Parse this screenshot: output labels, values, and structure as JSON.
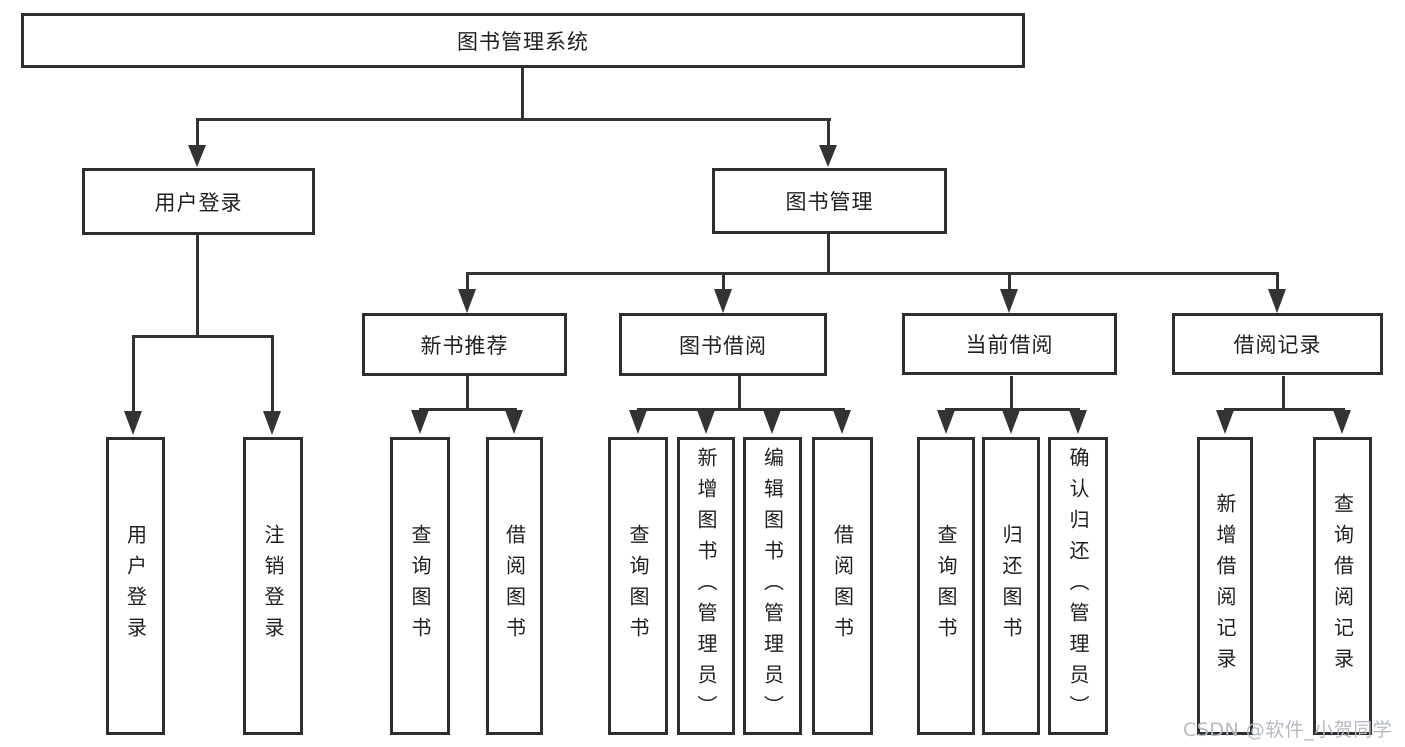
{
  "diagram": {
    "root": {
      "label": "图书管理系统"
    },
    "level2": [
      {
        "label": "用户登录",
        "children": [
          {
            "label": "用户登录"
          },
          {
            "label": "注销登录"
          }
        ]
      },
      {
        "label": "图书管理",
        "children": [
          {
            "label": "新书推荐",
            "children": [
              {
                "label": "查询图书"
              },
              {
                "label": "借阅图书"
              }
            ]
          },
          {
            "label": "图书借阅",
            "children": [
              {
                "label": "查询图书"
              },
              {
                "label": "新增图书（管理员）"
              },
              {
                "label": "编辑图书（管理员）"
              },
              {
                "label": "借阅图书"
              }
            ]
          },
          {
            "label": "当前借阅",
            "children": [
              {
                "label": "查询图书"
              },
              {
                "label": "归还图书"
              },
              {
                "label": "确认归还（管理员）"
              }
            ]
          },
          {
            "label": "借阅记录",
            "children": [
              {
                "label": "新增借阅记录"
              },
              {
                "label": "查询借阅记录"
              }
            ]
          }
        ]
      }
    ]
  },
  "watermark": {
    "text": "CSDN @软件_小贺同学"
  },
  "colors": {
    "line": "#333333",
    "box_border": "#2e2e2e",
    "text": "#1f1f1f",
    "background": "#ffffff",
    "watermark": "#b5bbc1"
  }
}
